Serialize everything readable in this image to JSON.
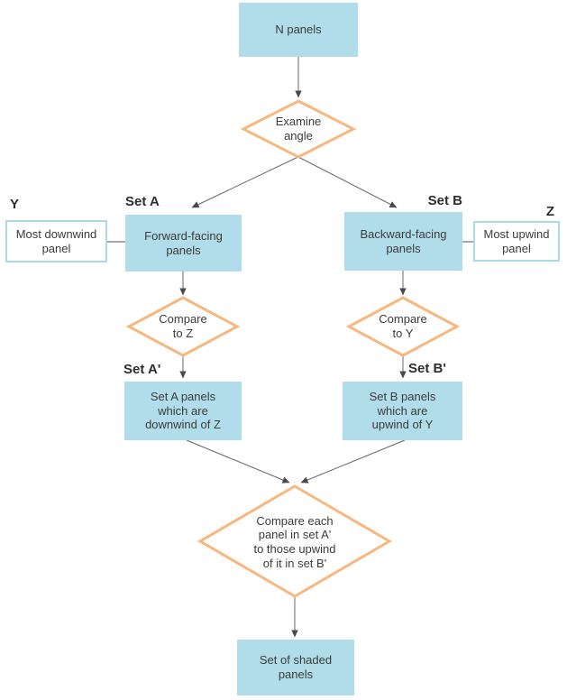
{
  "colors": {
    "node_fill": "#b0dde9",
    "callout_fill": "#ffffff",
    "callout_border": "#a9dae6",
    "diamond_border": "#f6b87e",
    "diamond_fill": "#ffffff",
    "connector": "#666666",
    "arrowhead": "#4a4a4a",
    "text": "#3b3b3b",
    "label_text": "#2d2d2d"
  },
  "nodes": {
    "n_panels": {
      "label": "N panels"
    },
    "examine_angle": {
      "label": "Examine\nangle"
    },
    "forward_facing": {
      "label": "Forward-facing\npanels",
      "set_label": "Set A"
    },
    "backward_facing": {
      "label": "Backward-facing\npanels",
      "set_label": "Set B"
    },
    "most_downwind": {
      "label": "Most downwind\npanel",
      "tag": "Y"
    },
    "most_upwind": {
      "label": "Most upwind\npanel",
      "tag": "Z"
    },
    "compare_to_z": {
      "label": "Compare\nto Z"
    },
    "compare_to_y": {
      "label": "Compare\nto Y"
    },
    "set_a_prime": {
      "label": "Set A panels\nwhich are\ndownwind of Z",
      "set_label": "Set A'"
    },
    "set_b_prime": {
      "label": "Set B panels\nwhich are\nupwind of Y",
      "set_label": "Set B'"
    },
    "compare_each": {
      "label": "Compare each\npanel in set A'\nto those upwind\nof it in set B'"
    },
    "shaded_panels": {
      "label": "Set of shaded\npanels"
    }
  }
}
